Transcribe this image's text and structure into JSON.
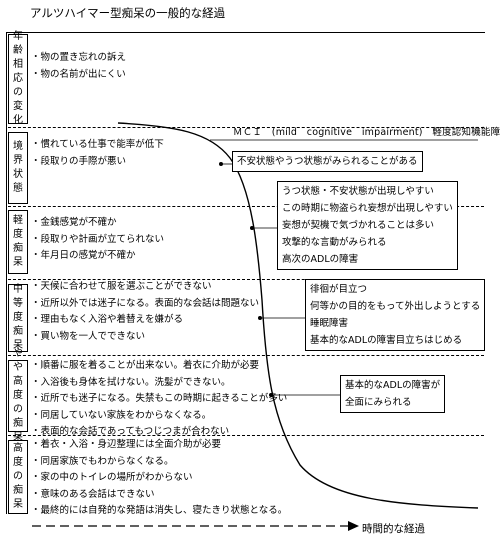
{
  "title": "アルツハイマー型痴呆の一般的な経過",
  "mci_label": "ＭＣＩ　(mild　cognitive　impairment)　軽度認知機能障害",
  "stages": [
    {
      "label": "年齢相応の変化",
      "items": [
        "・物の置き忘れの訴え",
        "・物の名前が出にくい"
      ]
    },
    {
      "label": "境界状態",
      "items": [
        "・慣れている仕事で能率が低下",
        "・段取りの手際が悪い"
      ]
    },
    {
      "label": "軽度痴呆",
      "items": [
        "・金銭感覚が不確か",
        "・段取りや計画が立てられない",
        "・年月日の感覚が不確か"
      ]
    },
    {
      "label": "中等度痴呆",
      "items": [
        "・天候に合わせて服を選ぶことができない",
        "・近所以外では迷子になる。表面的な会話は問題ない",
        "・理由もなく入浴や着替えを嫌がる",
        "・買い物を一人でできない"
      ]
    },
    {
      "label": "やや高度の痴呆",
      "items": [
        "・順番に服を着ることが出来ない。着衣に介助が必要",
        "・入浴後も身体を拭けない。洗髪ができない。",
        "・近所でも迷子になる。失禁もこの時期に起きることが多い",
        "・同居していない家族をわからなくなる。",
        "・表面的な会話であってもつじつまが合わない"
      ]
    },
    {
      "label": "高度の痴呆",
      "items": [
        "・着衣・入浴・身辺整理には全面介助が必要",
        "・同居家族でもわからなくなる。",
        "・家の中のトイレの場所がわからない",
        "・意味のある会話はできない",
        "・最終的には自発的な発語は消失し、寝たきり状態となる。"
      ]
    }
  ],
  "notes": [
    {
      "lines": [
        "不安状態やうつ状態がみられることがある"
      ]
    },
    {
      "lines": [
        "うつ状態・不安状態が出現しやすい",
        "この時期に物盗られ妄想が出現しやすい",
        "妄想が契機で気づかれることは多い",
        "攻撃的な言動がみられる",
        "高次のADLの障害"
      ]
    },
    {
      "lines": [
        "徘徊が目立つ",
        "何等かの目的をもって外出しようとする",
        "睡眠障害",
        "基本的なADLの障害目立ちはじめる"
      ]
    },
    {
      "lines": [
        "基本的なADLの障害が",
        "全面にみられる"
      ]
    }
  ],
  "x_axis_label": "時間的な経過"
}
